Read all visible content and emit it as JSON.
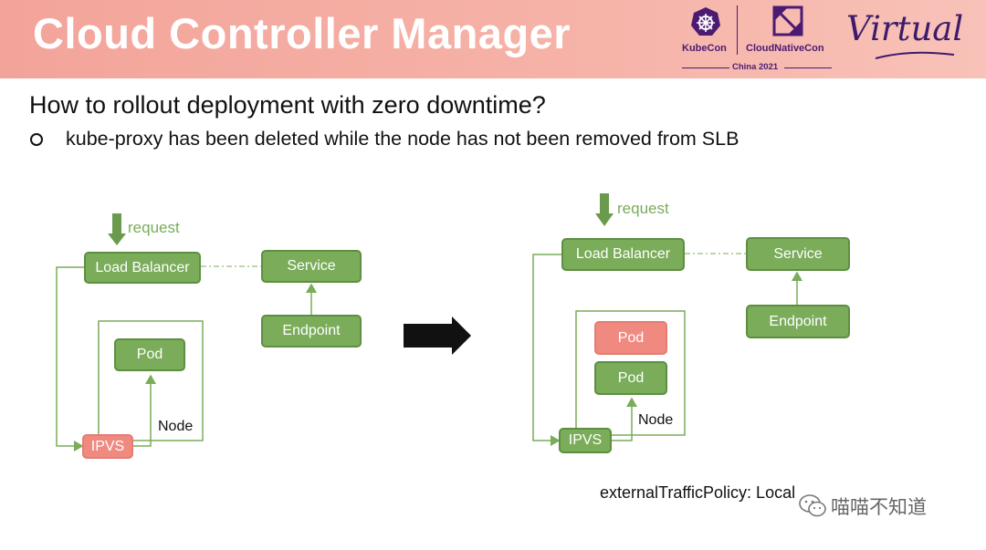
{
  "slide": {
    "title": "Cloud Controller Manager",
    "question": "How to rollout deployment with zero downtime?",
    "bullet": "kube-proxy has been deleted while the node has not been removed from SLB",
    "policy_note": "externalTrafficPolicy: Local"
  },
  "branding": {
    "kubecon": "KubeCon",
    "cloudnativecon": "CloudNativeCon",
    "event": "China 2021",
    "virtual": "Virtual",
    "watermark": "喵喵不知道"
  },
  "diagram_before": {
    "request": "request",
    "load_balancer": "Load Balancer",
    "service": "Service",
    "endpoint": "Endpoint",
    "pod": "Pod",
    "ipvs": "IPVS",
    "node": "Node"
  },
  "diagram_after": {
    "request": "request",
    "load_balancer": "Load Balancer",
    "service": "Service",
    "endpoint": "Endpoint",
    "pod_new": "Pod",
    "pod_old": "Pod",
    "ipvs": "IPVS",
    "node": "Node"
  },
  "colors": {
    "green": "#7aac5a",
    "red": "#f08a80",
    "header": "#f3a49a",
    "logo_purple": "#4b1b73"
  }
}
